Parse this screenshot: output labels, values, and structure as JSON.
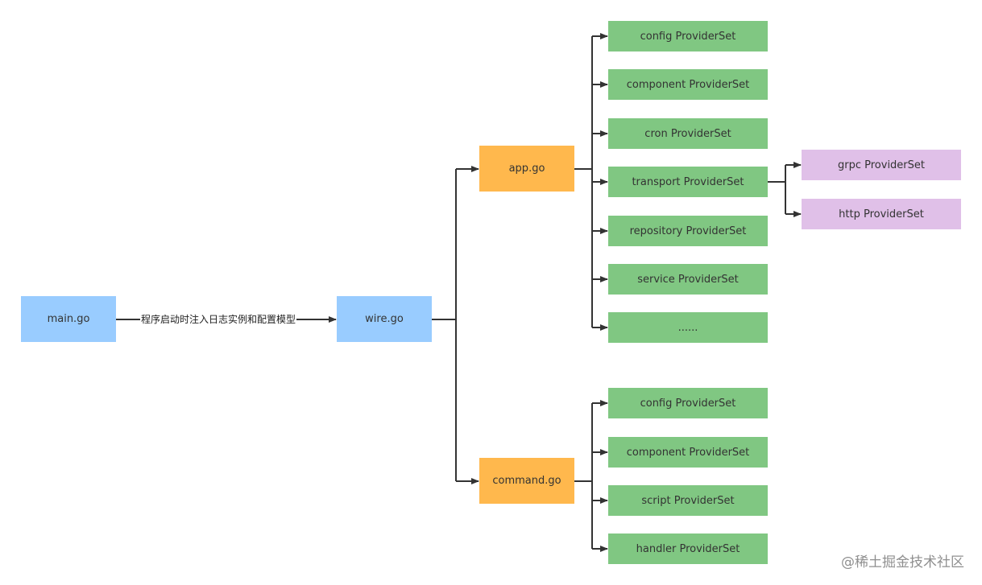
{
  "nodes": {
    "main": "main.go",
    "wire": "wire.go",
    "app": "app.go",
    "command": "command.go"
  },
  "edge_label": "程序启动时注入日志实例和配置模型",
  "app_sets": [
    "config ProviderSet",
    "component ProviderSet",
    "cron ProviderSet",
    "transport ProviderSet",
    "repository ProviderSet",
    "service ProviderSet",
    "......"
  ],
  "transport_sets": [
    "grpc ProviderSet",
    "http ProviderSet"
  ],
  "command_sets": [
    "config ProviderSet",
    "component ProviderSet",
    "script ProviderSet",
    "handler ProviderSet"
  ],
  "watermark": "@稀土掘金技术社区",
  "colors": {
    "entry": "#99ccff",
    "module": "#ffb84d",
    "provider": "#80c782",
    "sub_provider": "#e0c0e8",
    "line": "#333333"
  }
}
